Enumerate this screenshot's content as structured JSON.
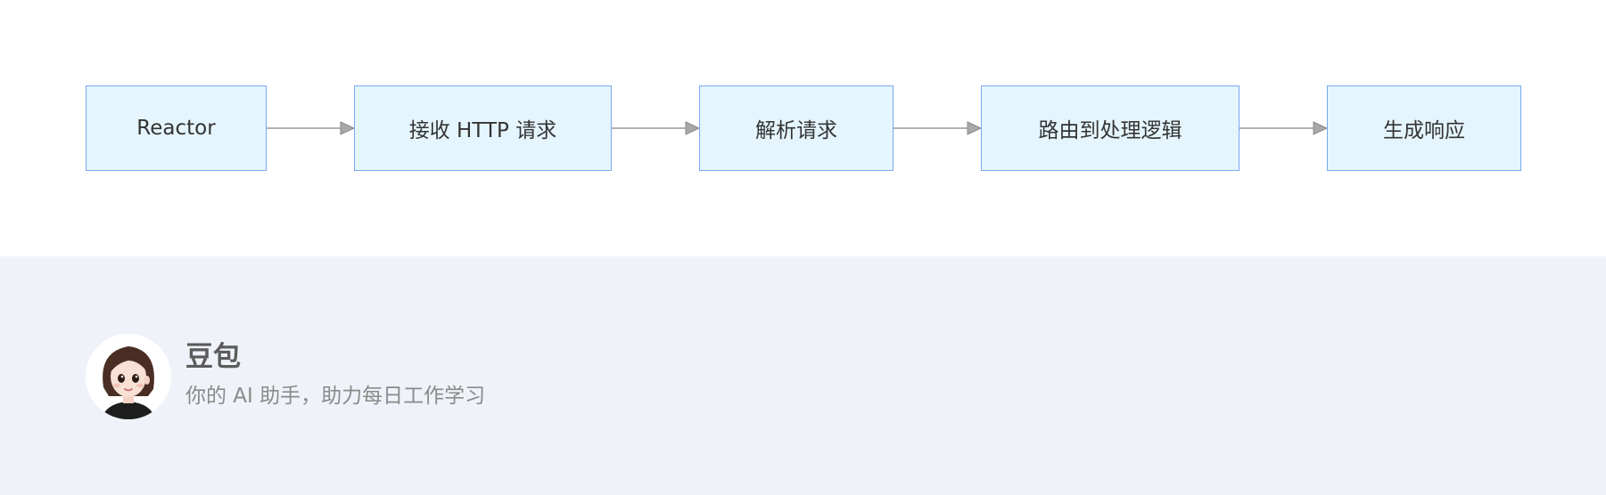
{
  "diagram": {
    "nodes": [
      {
        "id": "reactor",
        "label": "Reactor"
      },
      {
        "id": "receive",
        "label": "接收 HTTP 请求"
      },
      {
        "id": "parse",
        "label": "解析请求"
      },
      {
        "id": "route",
        "label": "路由到处理逻辑"
      },
      {
        "id": "respond",
        "label": "生成响应"
      }
    ],
    "edges": [
      {
        "from": "reactor",
        "to": "receive"
      },
      {
        "from": "receive",
        "to": "parse"
      },
      {
        "from": "parse",
        "to": "route"
      },
      {
        "from": "route",
        "to": "respond"
      }
    ],
    "colors": {
      "node_fill": "#e5f5fe",
      "node_border": "#7aa8f0",
      "edge": "#9a9a9a"
    }
  },
  "footer": {
    "name": "豆包",
    "tagline": "你的 AI 助手，助力每日工作学习",
    "avatar_icon": "avatar-girl-icon"
  }
}
